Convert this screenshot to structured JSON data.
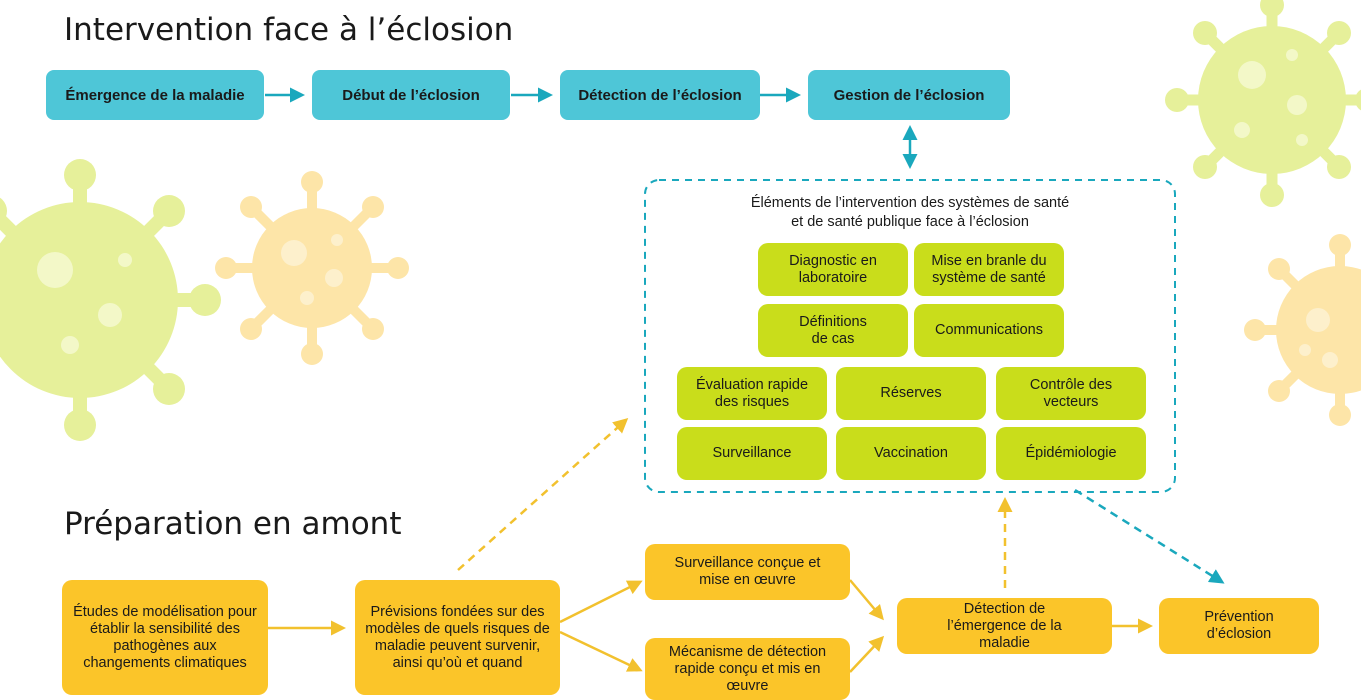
{
  "titles": {
    "top": "Intervention face à l’éclosion",
    "bottom": "Préparation en amont"
  },
  "flow": [
    "Émergence de la maladie",
    "Début de l’éclosion",
    "Détection de l’éclosion",
    "Gestion de l’éclosion"
  ],
  "panel": {
    "title_line1": "Éléments de l’intervention des systèmes de santé",
    "title_line2": "et de santé publique face à l’éclosion",
    "items": [
      "Diagnostic en laboratoire",
      "Mise en branle du système de santé",
      "Définitions de cas",
      "Communications",
      "Évaluation rapide des risques",
      "Réserves",
      "Contrôle des vecteurs",
      "Surveillance",
      "Vaccination",
      "Épidémiologie"
    ]
  },
  "prep": [
    "Études de modélisation pour établir la sensibilité des pathogènes aux changements climatiques",
    "Prévisions fondées sur des modèles de quels risques de maladie peuvent survenir, ainsi qu’où et quand",
    "Surveillance conçue et mise en œuvre",
    "Mécanisme de détection rapide conçu et mis en œuvre",
    "Détection de l’émergence de la maladie",
    "Prévention d’éclosion"
  ],
  "colors": {
    "teal": "#4ec6d7",
    "teal_dark": "#1aa8bd",
    "lime": "#c9dd1b",
    "gold": "#fbc529",
    "gold_line": "#f2c12e",
    "virus_lime": "#e6f09a",
    "virus_peach": "#fde5a8"
  },
  "icons": [
    "virus-icon"
  ]
}
